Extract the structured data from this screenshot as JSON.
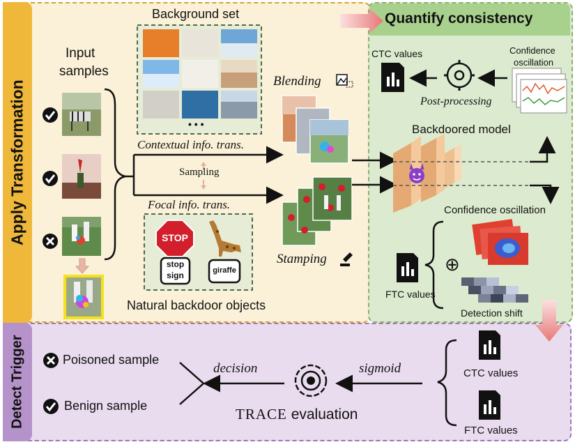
{
  "panels": {
    "apply_transformation": "Apply Transformation",
    "detect_trigger": "Detect Trigger",
    "quantify_consistency": "Quantify consistency"
  },
  "apply": {
    "input_samples_line1": "Input",
    "input_samples_line2": "samples",
    "background_set": "Background set",
    "background_more": "• • •",
    "blending": "Blending",
    "stamping": "Stamping",
    "contextual": "Contextual info. trans.",
    "focal": "Focal info. trans.",
    "sampling": "Sampling",
    "natural_objects": "Natural backdoor objects",
    "stop_sign_text": "STOP",
    "label_stop_line1": "stop",
    "label_stop_line2": "sign",
    "label_giraffe": "giraffe"
  },
  "quantify": {
    "ctc_values": "CTC values",
    "confidence_line1": "Confidence",
    "confidence_line2": "oscillation",
    "post_processing": "Post-processing",
    "backdoored_model": "Backdoored model",
    "confidence_oscillation": "Confidence oscillation",
    "ftc_values": "FTC values",
    "detection_shift": "Detection shift",
    "oplus": "⊕"
  },
  "detect": {
    "poisoned": "Poisoned sample",
    "benign": "Benign sample",
    "decision": "decision",
    "sigmoid": "sigmoid",
    "trace_eval": "evaluation",
    "trace_word": "TRACE",
    "ctc_values": "CTC values",
    "ftc_values": "FTC values"
  },
  "colors": {
    "apply_bg": "#fbf1d8",
    "apply_bar": "#f0b83a",
    "quantify_bg": "#dcebcf",
    "quantify_header": "#a9d18e",
    "detect_bg": "#e9dcef",
    "detect_bar": "#b592c9"
  }
}
